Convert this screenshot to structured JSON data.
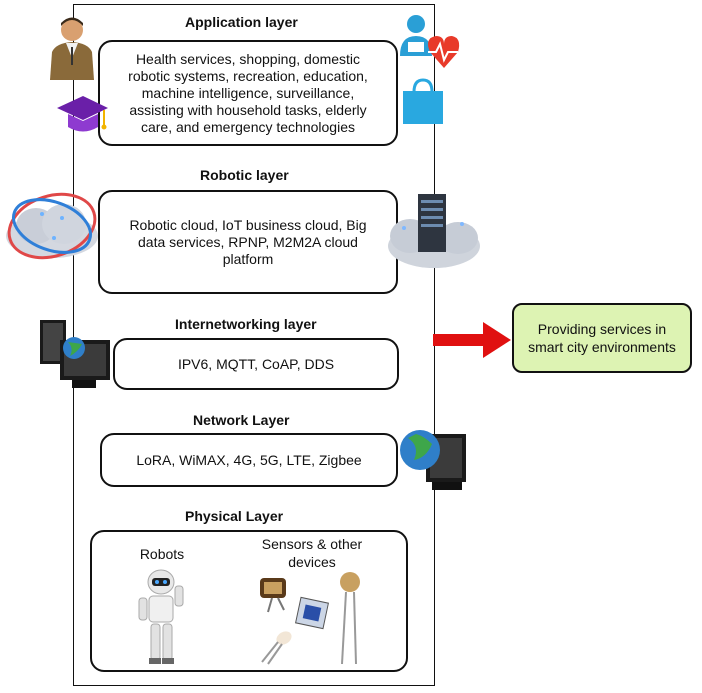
{
  "layers": {
    "application": {
      "title": "Application layer",
      "lines": [
        "Health services, shopping, domestic",
        "robotic systems, recreation, education,",
        "machine intelligence, surveillance,",
        "assisting with household tasks, elderly",
        "care, and emergency technologies"
      ]
    },
    "robotic": {
      "title": "Robotic layer",
      "lines": [
        "Robotic cloud, IoT business cloud, Big",
        "data services, RPNP, M2M2A cloud",
        "platform"
      ]
    },
    "internetworking": {
      "title": "Internetworking layer",
      "text": "IPV6, MQTT, CoAP, DDS"
    },
    "network": {
      "title": "Network Layer",
      "text": "LoRA, WiMAX, 4G, 5G, LTE, Zigbee"
    },
    "physical": {
      "title": "Physical Layer",
      "robots_label": "Robots",
      "sensors_label_1": "Sensors & other",
      "sensors_label_2": "devices"
    }
  },
  "output": {
    "lines": [
      "Providing services in",
      "smart city environments"
    ]
  },
  "icons": [
    "person-icon",
    "graduation-cap-icon",
    "health-icon",
    "shopping-bag-icon",
    "cloud-orbit-icon",
    "cloud-server-icon",
    "monitor-globe-icon",
    "globe-monitor-icon",
    "robot-icon",
    "sensors-icon"
  ],
  "colors": {
    "arrow": "#e01010",
    "output_box": "#ddf3b3"
  }
}
